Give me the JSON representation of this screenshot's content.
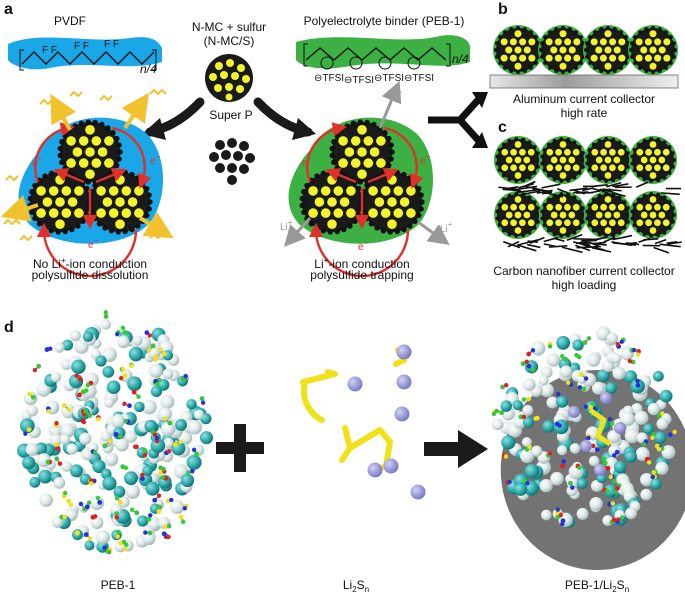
{
  "panels": {
    "a": "a",
    "b": "b",
    "c": "c",
    "d": "d"
  },
  "a": {
    "pvdf_label": "PVDF",
    "pvdf_n": "n/4",
    "pvdf_f": "F",
    "nmc_label_1": "N-MC + sulfur",
    "nmc_label_2": "(N-MC/S)",
    "peb_label": "Polyelectrolyte binder (PEB-1)",
    "peb_n": "n/4",
    "tfsi": "TFSI",
    "tfsi_mark": "⊖",
    "superp": "Super P",
    "electron": "e",
    "electron_sup": "−",
    "li": "Li",
    "li_sup": "+",
    "left_caption_1_pre": "No Li",
    "left_caption_1_sup": "+",
    "left_caption_1_post": "-ion conduction",
    "left_caption_2": "polysulfide dissolution",
    "mid_caption_1_pre": "Li",
    "mid_caption_1_sup": "+",
    "mid_caption_1_post": "-ion conduction",
    "mid_caption_2": "polysulfide trapping"
  },
  "b": {
    "caption_1": "Aluminum current collector",
    "caption_2": "high rate"
  },
  "c": {
    "caption_1": "Carbon nanofiber current collector",
    "caption_2": "high loading"
  },
  "d": {
    "label_peb": "PEB-1",
    "label_li2sn_pre": "Li",
    "label_li2sn_sub1": "2",
    "label_li2sn_mid": "S",
    "label_li2sn_sub2": "n",
    "label_combo_pre": "PEB-1/Li",
    "label_combo_sub1": "2",
    "label_combo_mid": "S",
    "label_combo_sub2": "n"
  },
  "colors": {
    "pvdf_blue": "#1aa7e8",
    "peb_green": "#3cb043",
    "sulfur_yellow": "#f3f52a",
    "carbon_black": "#1a1a1a",
    "arrow_red": "#e0302a",
    "li_gray": "#999999",
    "polysulfide_orange": "#f2c12e",
    "ion_lavender": "#8f8fd6"
  },
  "icons": [
    "plus-icon",
    "right-arrow-icon",
    "branch-arrow-icon",
    "curved-arrow-icon"
  ]
}
